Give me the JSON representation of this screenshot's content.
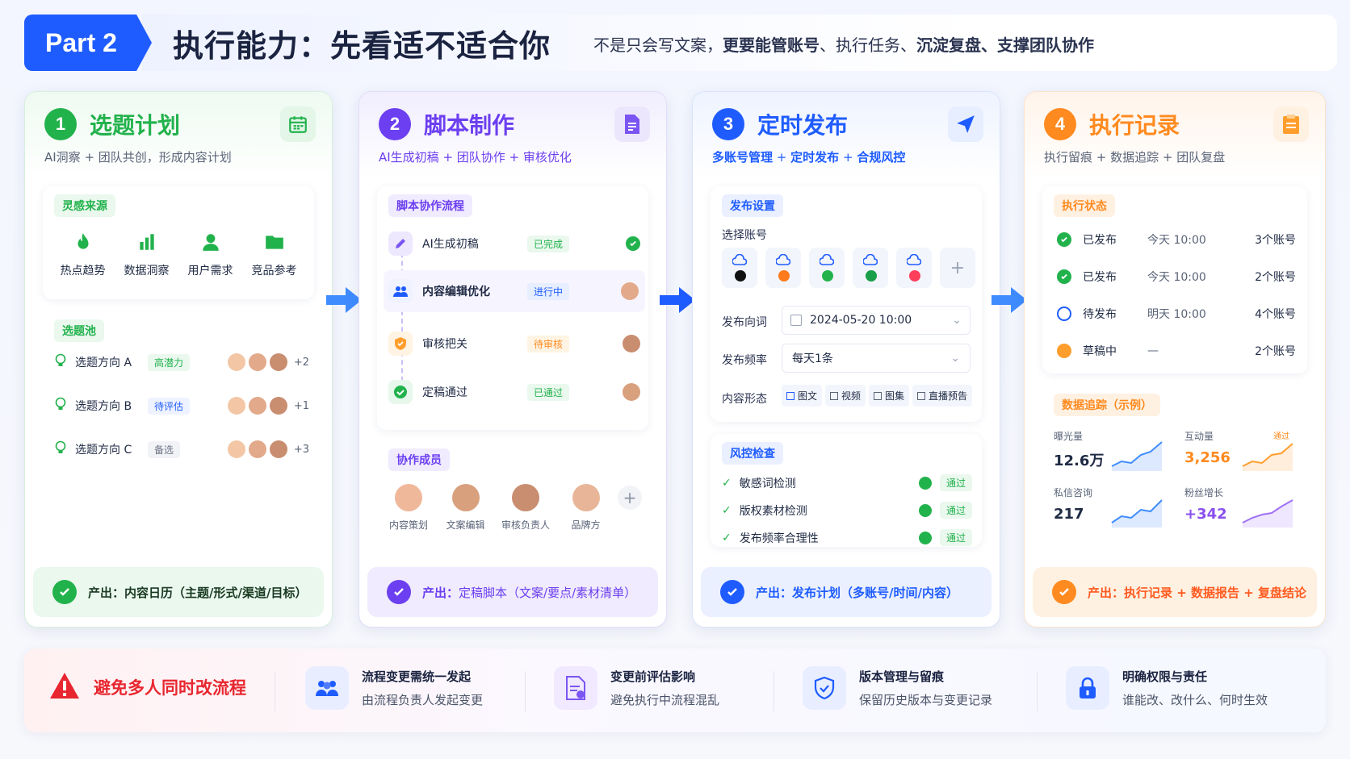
{
  "header": {
    "part": "Part 2",
    "title": "执行能力：先看适不适合你",
    "subtitle_1": "不是只会写文案，",
    "subtitle_2": "更要能管账号",
    "subtitle_3": "、执行任务、",
    "subtitle_4": "沉淀复盘、支撑团队协作"
  },
  "colors": {
    "green": "#22b24c",
    "purple": "#6c3ff0",
    "blue": "#1f5cff",
    "orange": "#ff8a1f",
    "red": "#e8262f"
  },
  "cards": {
    "c1": {
      "num": "1",
      "title": "选题计划",
      "subtitle": "AI洞察 + 团队共创，形成内容计划",
      "icon": "calendar-icon",
      "inspiration": {
        "title": "灵感来源",
        "items": [
          {
            "label": "热点趋势",
            "icon": "flame-icon"
          },
          {
            "label": "数据洞察",
            "icon": "bar-chart-icon"
          },
          {
            "label": "用户需求",
            "icon": "user-icon"
          },
          {
            "label": "竞品参考",
            "icon": "folder-icon"
          }
        ]
      },
      "pool": {
        "title": "选题池",
        "items": [
          {
            "label": "选题方向 A",
            "tag": "高潜力",
            "more": "+2"
          },
          {
            "label": "选题方向 B",
            "tag": "待评估",
            "more": "+1"
          },
          {
            "label": "选题方向 C",
            "tag": "备选",
            "more": "+3"
          }
        ]
      },
      "output_label": "产出：",
      "output": "内容日历（主题/形式/渠道/目标）"
    },
    "c2": {
      "num": "2",
      "title": "脚本制作",
      "subtitle": "AI生成初稿 + 团队协作 + 审核优化",
      "icon": "document-icon",
      "flow": {
        "title": "脚本协作流程",
        "steps": [
          {
            "label": "AI生成初稿",
            "status": "已完成",
            "icon": "pen-icon"
          },
          {
            "label": "内容编辑优化",
            "status": "进行中",
            "icon": "team-icon"
          },
          {
            "label": "审核把关",
            "status": "待审核",
            "icon": "shield-icon"
          },
          {
            "label": "定稿通过",
            "status": "已通过",
            "icon": "check-icon"
          }
        ]
      },
      "members": {
        "title": "协作成员",
        "items": [
          "内容策划",
          "文案编辑",
          "审核负责人",
          "品牌方"
        ]
      },
      "output_label": "产出：",
      "output": "定稿脚本（文案/要点/素材清单）"
    },
    "c3": {
      "num": "3",
      "title": "定时发布",
      "subtitle_1": "多账号管理",
      "subtitle_2": "定时发布",
      "subtitle_3": "合规风控",
      "plus": "+",
      "icon": "send-icon",
      "settings": {
        "title": "发布设置",
        "account_label": "选择账号",
        "add": "+",
        "time_label": "发布向词",
        "time_value": "2024-05-20   10:00",
        "freq_label": "发布频率",
        "freq_value": "每天1条",
        "form_label": "内容形态",
        "forms": [
          "图文",
          "视频",
          "图集",
          "直播预告"
        ]
      },
      "risk": {
        "title": "风控检查",
        "items": [
          {
            "label": "敏感词检测",
            "status": "通过"
          },
          {
            "label": "版权素材检测",
            "status": "通过"
          },
          {
            "label": "发布频率合理性",
            "status": "通过"
          }
        ]
      },
      "output_label": "产出：",
      "output": "发布计划（多账号/时间/内容）"
    },
    "c4": {
      "num": "4",
      "title": "执行记录",
      "subtitle": "执行留痕 + 数据追踪 + 团队复盘",
      "icon": "clipboard-icon",
      "status": {
        "title": "执行状态",
        "items": [
          {
            "state": "已发布",
            "time": "今天 10:00",
            "count": "3个账号",
            "icon": "check-circle-icon"
          },
          {
            "state": "已发布",
            "time": "今天 10:00",
            "count": "2个账号",
            "icon": "check-circle-icon"
          },
          {
            "state": "待发布",
            "time": "明天 10:00",
            "count": "4个账号",
            "icon": "clock-icon"
          },
          {
            "state": "草稿中",
            "time": "—",
            "count": "2个账号",
            "icon": "draft-icon"
          }
        ]
      },
      "metrics": {
        "title": "数据追踪（示例）",
        "items": [
          {
            "label": "曝光量",
            "value": "12.6万",
            "trend": "up"
          },
          {
            "label": "互动量",
            "value": "3,256",
            "trend": "通过"
          },
          {
            "label": "私信咨询",
            "value": "217",
            "trend": "up"
          },
          {
            "label": "粉丝增长",
            "value": "+342",
            "trend": "up"
          }
        ]
      },
      "output_label": "产出：",
      "output": "执行记录 + 数据报告 + 复盘结论"
    }
  },
  "bottom": {
    "warning": "避免多人同时改流程",
    "items": [
      {
        "title": "流程变更需统一发起",
        "desc": "由流程负责人发起变更",
        "icon": "team-icon"
      },
      {
        "title": "变更前评估影响",
        "desc": "避免执行中流程混乱",
        "icon": "document-check-icon"
      },
      {
        "title": "版本管理与留痕",
        "desc": "保留历史版本与变更记录",
        "icon": "shield-check-icon"
      },
      {
        "title": "明确权限与责任",
        "desc": "谁能改、改什么、何时生效",
        "icon": "lock-icon"
      }
    ]
  }
}
